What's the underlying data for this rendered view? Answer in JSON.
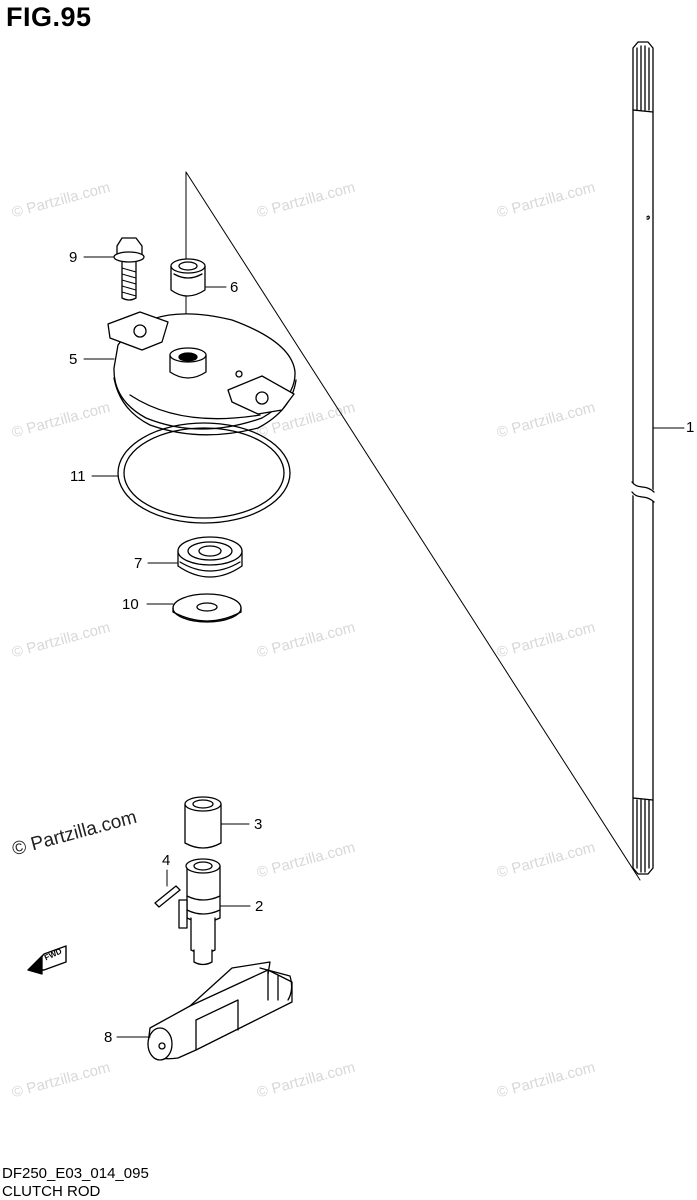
{
  "figure": {
    "title": "FIG.95",
    "code": "DF250_E03_014_095",
    "name": "CLUTCH ROD"
  },
  "watermark": {
    "text": "© Partzilla.com",
    "featured_text": "© Partzilla.com"
  },
  "direction_badge": "FWD",
  "callouts": [
    {
      "id": "1",
      "part": "clutch-rod"
    },
    {
      "id": "2",
      "part": "shift-shaft"
    },
    {
      "id": "3",
      "part": "bushing"
    },
    {
      "id": "4",
      "part": "pin"
    },
    {
      "id": "5",
      "part": "housing-cover"
    },
    {
      "id": "6",
      "part": "oil-seal"
    },
    {
      "id": "7",
      "part": "bearing"
    },
    {
      "id": "8",
      "part": "clutch-lever"
    },
    {
      "id": "9",
      "part": "bolt"
    },
    {
      "id": "10",
      "part": "washer"
    },
    {
      "id": "11",
      "part": "o-ring"
    }
  ]
}
